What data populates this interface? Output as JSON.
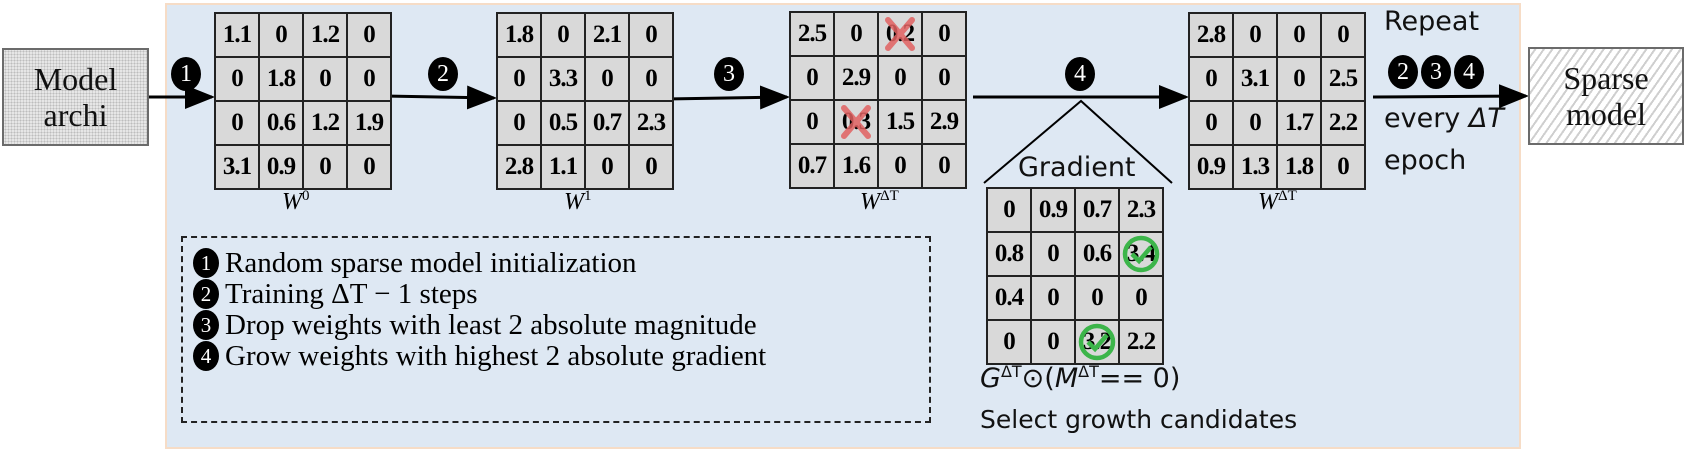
{
  "input_box": {
    "label_line1": "Model",
    "label_line2": "archi"
  },
  "output_box": {
    "label_line1": "Sparse",
    "label_line2": "model"
  },
  "step_badges": [
    "1",
    "2",
    "3",
    "4"
  ],
  "matrices": [
    {
      "label": "W",
      "sup": "0",
      "values": [
        [
          "1.1",
          "0",
          "1.2",
          "0"
        ],
        [
          "0",
          "1.8",
          "0",
          "0"
        ],
        [
          "0",
          "0.6",
          "1.2",
          "1.9"
        ],
        [
          "3.1",
          "0.9",
          "0",
          "0"
        ]
      ],
      "dropped": [],
      "grown": []
    },
    {
      "label": "W",
      "sup": "1",
      "values": [
        [
          "1.8",
          "0",
          "2.1",
          "0"
        ],
        [
          "0",
          "3.3",
          "0",
          "0"
        ],
        [
          "0",
          "0.5",
          "0.7",
          "2.3"
        ],
        [
          "2.8",
          "1.1",
          "0",
          "0"
        ]
      ],
      "dropped": [],
      "grown": []
    },
    {
      "label": "W",
      "sup": "ΔT",
      "values": [
        [
          "2.5",
          "0",
          "0.2",
          "0"
        ],
        [
          "0",
          "2.9",
          "0",
          "0"
        ],
        [
          "0",
          "0.3",
          "1.5",
          "2.9"
        ],
        [
          "0.7",
          "1.6",
          "0",
          "0"
        ]
      ],
      "dropped": [
        [
          0,
          2
        ],
        [
          2,
          1
        ]
      ],
      "grown": []
    },
    {
      "label": "W",
      "sup": "ΔT",
      "values": [
        [
          "2.8",
          "0",
          "0",
          "0"
        ],
        [
          "0",
          "3.1",
          "0",
          "2.5"
        ],
        [
          "0",
          "0",
          "1.7",
          "2.2"
        ],
        [
          "0.9",
          "1.3",
          "1.8",
          "0"
        ]
      ],
      "dropped": [],
      "grown": []
    }
  ],
  "gradient": {
    "title": "Gradient",
    "values": [
      [
        "0",
        "0.9",
        "0.7",
        "2.3"
      ],
      [
        "0.8",
        "0",
        "0.6",
        "3.4"
      ],
      [
        "0.4",
        "0",
        "0",
        "0"
      ],
      [
        "0",
        "0",
        "3.2",
        "2.2"
      ]
    ],
    "grown": [
      [
        1,
        3
      ],
      [
        3,
        2
      ]
    ],
    "formula_g": "G",
    "formula_sup": "ΔT",
    "formula_op": "⊙(",
    "formula_m": "M",
    "formula_sup2": "ΔT",
    "formula_rest": "== 0)",
    "caption": "Select growth candidates"
  },
  "repeat": {
    "line1": "Repeat",
    "badges": [
      "2",
      "3",
      "4"
    ],
    "line2_prefix": "every ",
    "line2_var": "ΔT",
    "line3": "epoch"
  },
  "legend": [
    {
      "badge": "1",
      "text": "Random sparse model initialization"
    },
    {
      "badge": "2",
      "text": "Training ΔT − 1 steps"
    },
    {
      "badge": "3",
      "text": "Drop weights with least 2 absolute magnitude"
    },
    {
      "badge": "4",
      "text": "Grow weights with highest 2 absolute gradient"
    }
  ],
  "colors": {
    "panel": "#dee8f3",
    "cell": "#d9d9d9",
    "drop": "#e06060",
    "grow": "#3cb54a"
  }
}
